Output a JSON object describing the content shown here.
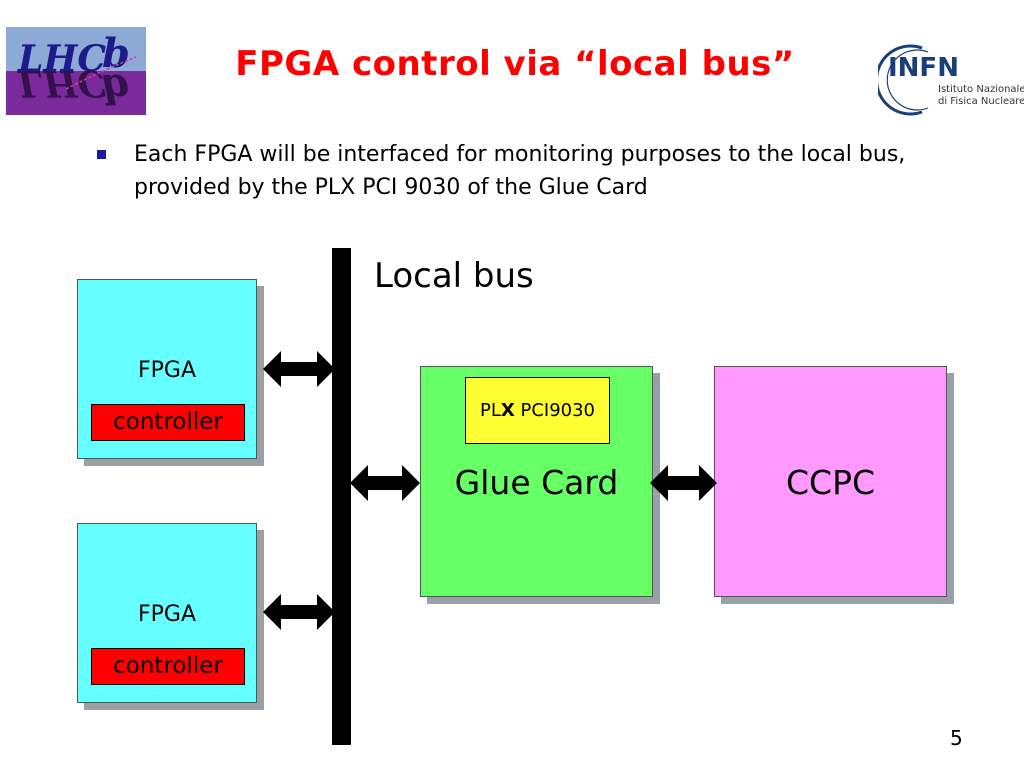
{
  "slide": {
    "title": "FPGA control via “local bus”",
    "bullet": "Each FPGA will be interfaced for monitoring purposes to the local bus, provided by the PLX PCI 9030 of the Glue Card",
    "page_number": "5"
  },
  "logos": {
    "left": {
      "name": "LHCb",
      "text": "LHCb"
    },
    "right": {
      "name": "INFN",
      "text": "INFN",
      "subtitle_1": "Istituto Nazionale",
      "subtitle_2": "di Fisica Nucleare"
    }
  },
  "diagram": {
    "bus_label": "Local bus",
    "fpga_boxes": [
      {
        "label": "FPGA",
        "controller": "controller"
      },
      {
        "label": "FPGA",
        "controller": "controller"
      }
    ],
    "glue_card": {
      "label": "Glue Card",
      "chip_prefix": "PL",
      "chip_x": "X",
      "chip_suffix": " PCI9030"
    },
    "ccpc": {
      "label": "CCPC"
    }
  },
  "colors": {
    "title": "#ff0000",
    "fpga_fill": "#66ffff",
    "controller_fill": "#ff0000",
    "glue_fill": "#66ff66",
    "plx_fill": "#ffff33",
    "ccpc_fill": "#ff99ff",
    "bullet": "#1a1aa6"
  }
}
